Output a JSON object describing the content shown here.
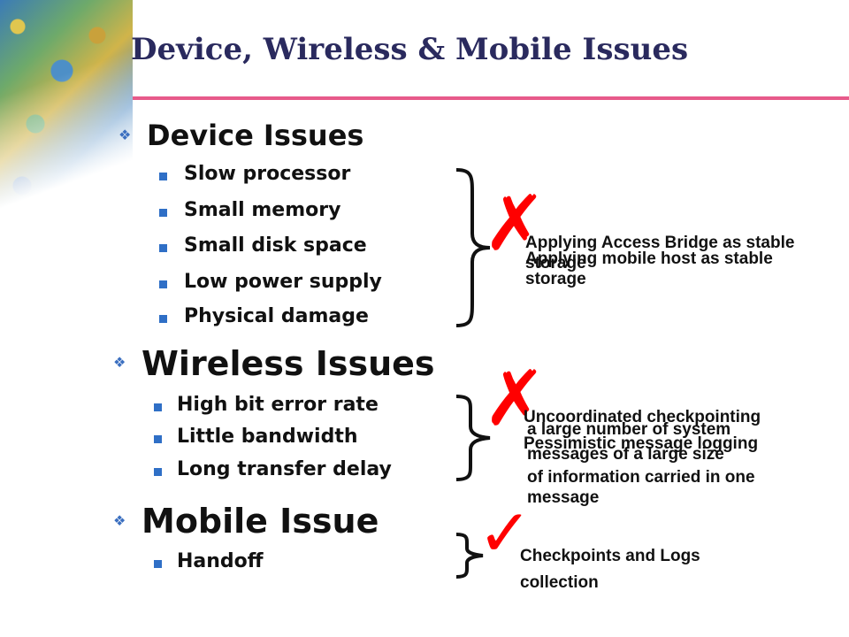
{
  "slide": {
    "title": "Device, Wireless & Mobile Issues",
    "accent_color": "#e75a8a",
    "bullet_color": "#2f6fc6",
    "mark_color": "#ff0000"
  },
  "sections": [
    {
      "heading": "Device Issues",
      "items": [
        "Slow processor",
        "Small memory",
        "Small disk space",
        "Low power supply",
        "Physical damage"
      ],
      "mark": "cross",
      "notes": [
        "Applying Access Bridge as stable storage",
        "Applying mobile host as stable storage"
      ]
    },
    {
      "heading": "Wireless Issues",
      "items": [
        "High bit error rate",
        "Little bandwidth",
        "Long transfer delay"
      ],
      "mark": "cross",
      "notes": [
        "Uncoordinated checkpointing",
        "a large number of system",
        "Pessimistic message logging",
        "messages of a large size",
        "of information carried in one message"
      ]
    },
    {
      "heading": "Mobile Issue",
      "items": [
        "Handoff"
      ],
      "mark": "check",
      "notes": [
        "Checkpoints and Logs collection"
      ]
    }
  ],
  "icons": {
    "section_bullet": "diamond-bullet-icon",
    "item_bullet": "square-bullet-icon",
    "cross": "cross-mark-icon",
    "check": "check-mark-icon"
  }
}
